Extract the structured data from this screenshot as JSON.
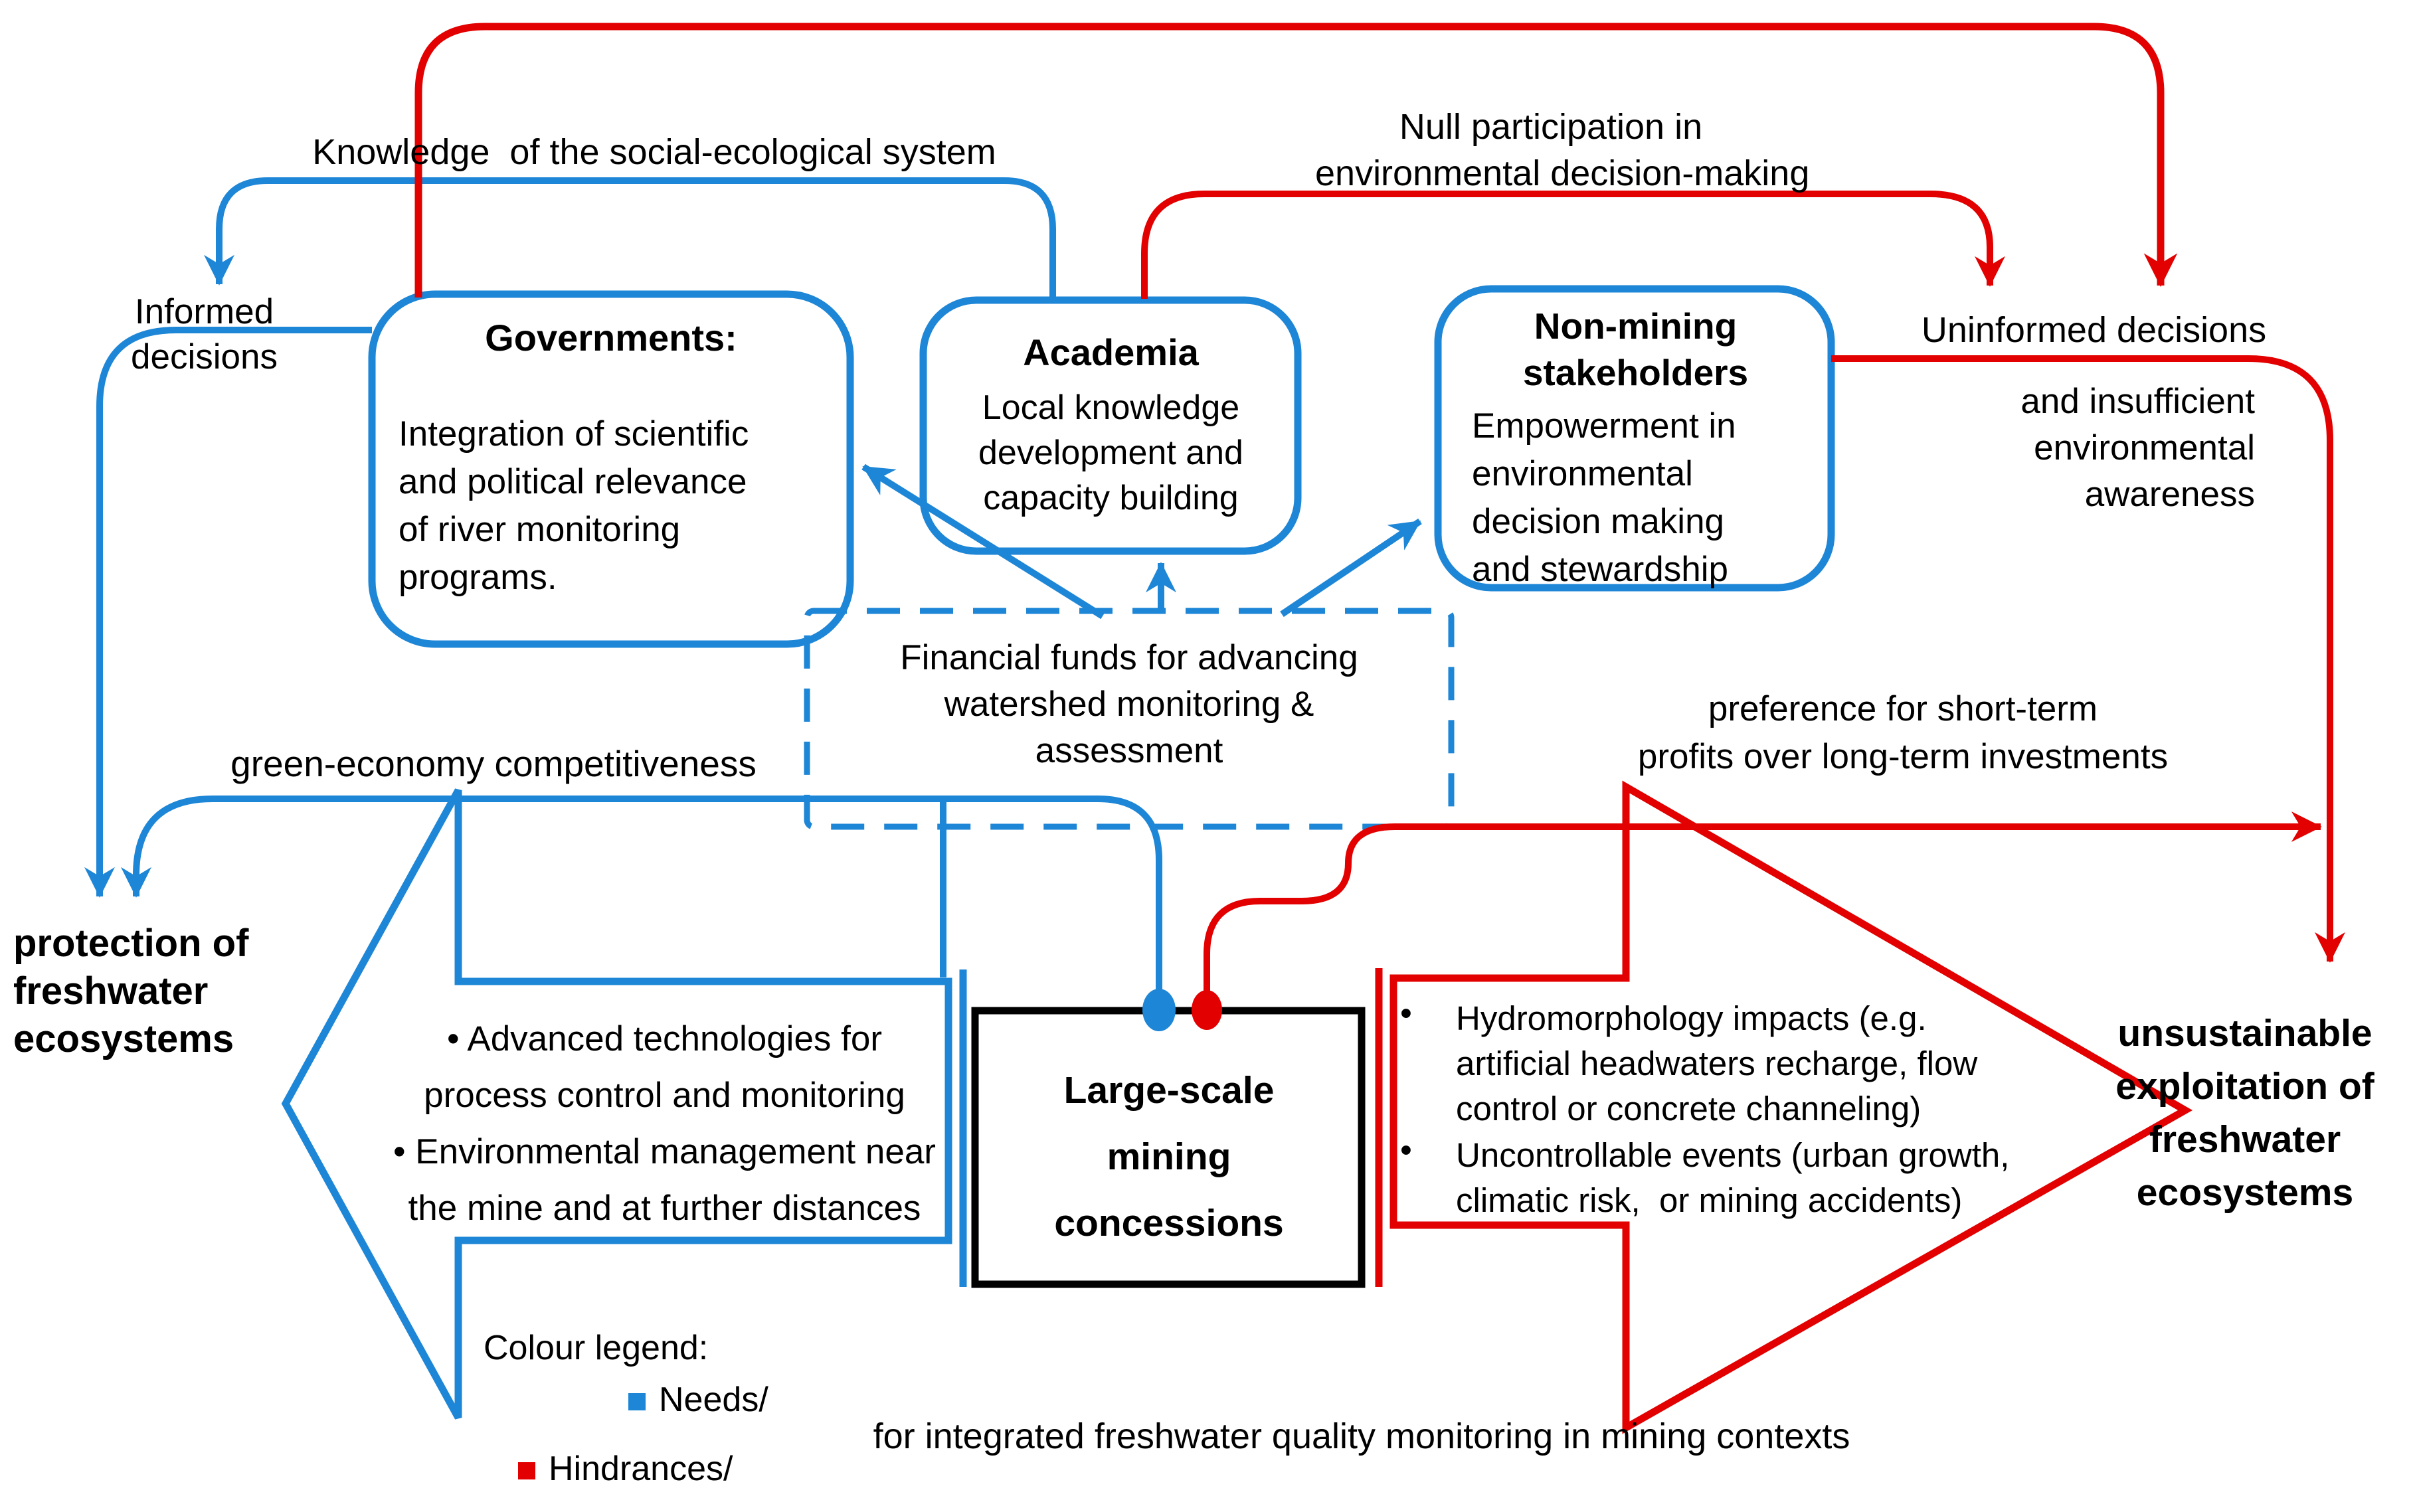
{
  "palette": {
    "blue": "#1e86d6",
    "red": "#e20000",
    "black": "#000000"
  },
  "labels": {
    "knowledge": "Knowledge  of the social-ecological system",
    "null_participation": [
      "Null participation in",
      "environmental decision-making"
    ],
    "informed": [
      "Informed",
      "decisions"
    ],
    "uninformed": "Uninformed decisions",
    "insufficient": [
      "and insufficient",
      "environmental",
      "awareness"
    ],
    "preference": [
      "preference for short-term",
      "profits over long-term investments"
    ],
    "green_economy": "green-economy competitiveness",
    "protection": [
      "protection of",
      "freshwater",
      "ecosystems"
    ],
    "unsustainable": [
      "unsustainable",
      "exploitation of",
      "freshwater",
      "ecosystems"
    ]
  },
  "boxes": {
    "governments": {
      "title": "Governments:",
      "body": [
        "Integration of scientific",
        "and political relevance",
        "of river monitoring",
        "programs."
      ]
    },
    "academia": {
      "title": "Academia",
      "body": [
        "Local knowledge",
        "development and",
        "capacity building"
      ]
    },
    "non_mining": {
      "title": [
        "Non-mining",
        "stakeholders"
      ],
      "body": [
        "Empowerment in",
        "environmental",
        "decision making",
        "and stewardship"
      ]
    },
    "financial": {
      "body": [
        "Financial funds for advancing",
        "watershed monitoring &",
        "assessment"
      ]
    },
    "mining": {
      "body": [
        "Large-scale",
        "mining",
        "concessions"
      ]
    }
  },
  "left_arrow": {
    "lines": [
      "• Advanced technologies for",
      "process control and monitoring",
      "• Environmental management near",
      "the mine and at further distances"
    ]
  },
  "right_arrow": {
    "bullet": "•",
    "items": [
      {
        "lines": [
          "Hydromorphology impacts (e.g.",
          "artificial headwaters recharge, flow",
          "control or concrete channeling)"
        ]
      },
      {
        "lines": [
          "Uncontrollable events (urban growth,",
          "climatic risk,  or mining accidents)"
        ]
      }
    ]
  },
  "legend": {
    "title": "Colour legend:",
    "needs": "Needs/",
    "hindrances": "Hindrances/",
    "context": "for integrated freshwater quality monitoring in mining contexts"
  }
}
